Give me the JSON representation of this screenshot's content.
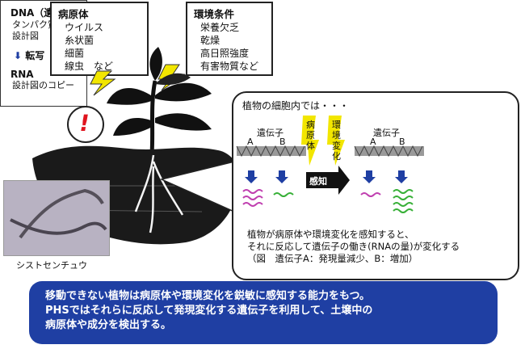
{
  "pathogen": {
    "title": "病原体",
    "items": [
      "ウイルス",
      "糸状菌",
      "細菌",
      "線虫　など"
    ]
  },
  "environment": {
    "title": "環境条件",
    "items": [
      "栄養欠乏",
      "乾燥",
      "高日照強度",
      "有害物質など"
    ]
  },
  "alert_mark": "!",
  "cell": {
    "title": "植物の細胞内では・・・",
    "gene_label": "遺伝子",
    "gene_a": "A",
    "gene_b": "B",
    "pathogen_tag": "病原体",
    "env_tag": "環境変化",
    "sense_label": "感知",
    "caption": [
      "植物が病原体や環境変化を感知すると、",
      "それに反応して遺伝子の働き(RNAの量)が変化する",
      "（図　遺伝子A：発現量減少、B：増加）"
    ],
    "dna_title": "DNA（遺伝子）",
    "dna_desc": [
      "タンパク質の",
      "設計図"
    ],
    "transcription": "転写",
    "rna_title": "RNA",
    "rna_desc": "設計図のコピー"
  },
  "photo_caption": "シストセンチュウ",
  "banner": [
    "移動できない植物は病原体や環境変化を鋭敏に感知する能力をもつ。",
    "PHSではそれらに反応して発現変化する遺伝子を利用して、土壌中の",
    "病原体や成分を検出する。"
  ],
  "colors": {
    "banner": "#1f3fa3",
    "rna_a": "#c040b0",
    "rna_b": "#38b038",
    "arrow": "#1f3fa3",
    "lightning": "#f2e600",
    "alert": "#e0141e"
  }
}
